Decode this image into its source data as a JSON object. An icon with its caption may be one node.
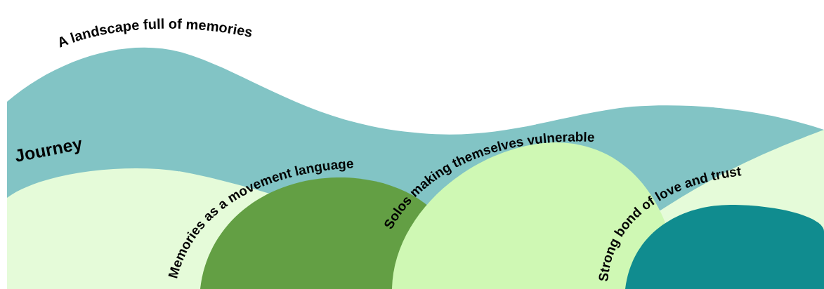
{
  "diagram": {
    "nodes": [
      {
        "text": [
          "A landscape full of memories"
        ]
      },
      {
        "text": [
          "Memories as a movement language"
        ]
      },
      {
        "text": [
          "Solos making themselves vulnerable"
        ]
      },
      {
        "text": [
          "Strong bond of love and trust"
        ]
      }
    ],
    "edges": [],
    "labels": [
      "Journey"
    ]
  }
}
